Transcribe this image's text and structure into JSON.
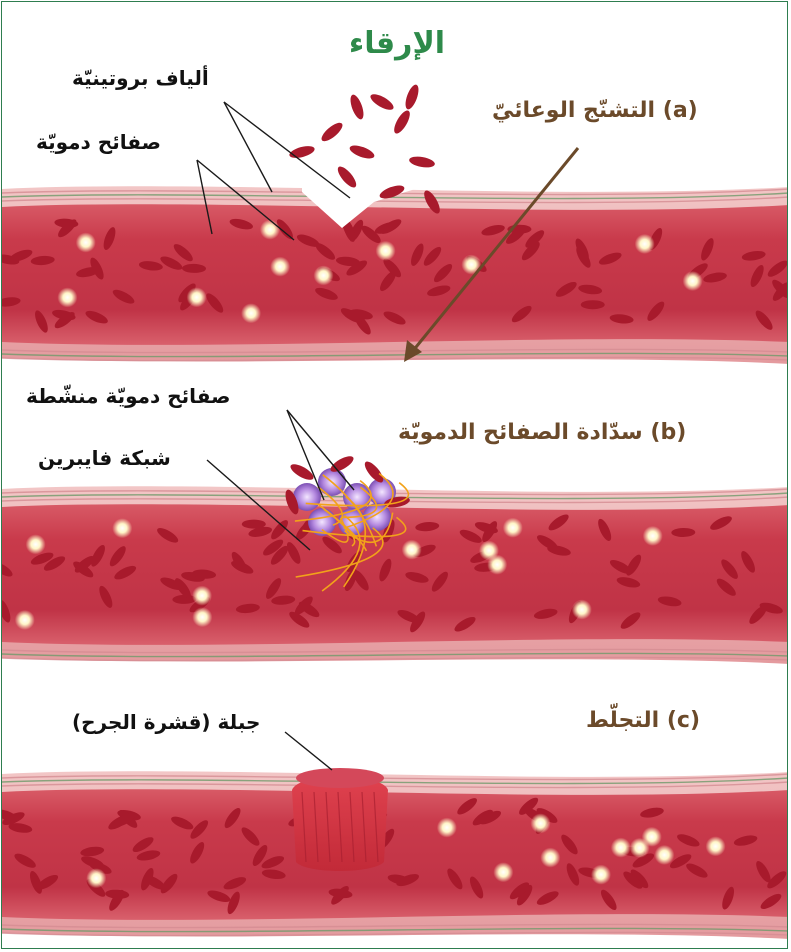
{
  "title": "الإرقاء",
  "labels": {
    "protein_fibers": "ألياف بروتينيّة",
    "platelets": "صفائح دمويّة",
    "activated_platelets": "صفائح دمويّة منشّطة",
    "fibrin_net": "شبكة فايبرين",
    "scab": "جبلة (قشرة الجرح)"
  },
  "stages": [
    {
      "letter": "(a)",
      "name": "التشنّج الوعائيّ"
    },
    {
      "letter": "(b)",
      "name": "سدّادة الصفائح الدمويّة"
    },
    {
      "letter": "(c)",
      "name": "التجلّط"
    }
  ],
  "colors": {
    "title_green": "#2e8a4a",
    "stage_brown": "#6b4a2a",
    "vessel_red": "#c9374a",
    "rbc_red": "#a81a2c",
    "fibrin_orange": "#f2a21a",
    "platelet_purple": "#9a6ad0"
  }
}
